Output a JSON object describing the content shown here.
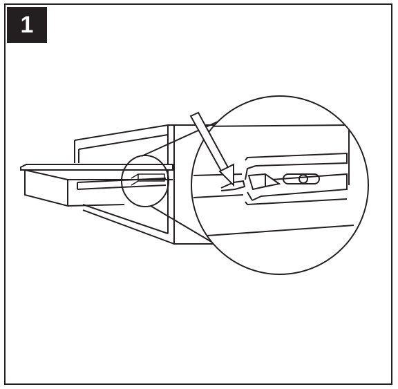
{
  "step": {
    "number": "1"
  },
  "colors": {
    "ink": "#231f20",
    "paper": "#ffffff"
  },
  "illustration": {
    "subject": "drawer-slide-release-lever",
    "detail": "magnified-circle"
  }
}
